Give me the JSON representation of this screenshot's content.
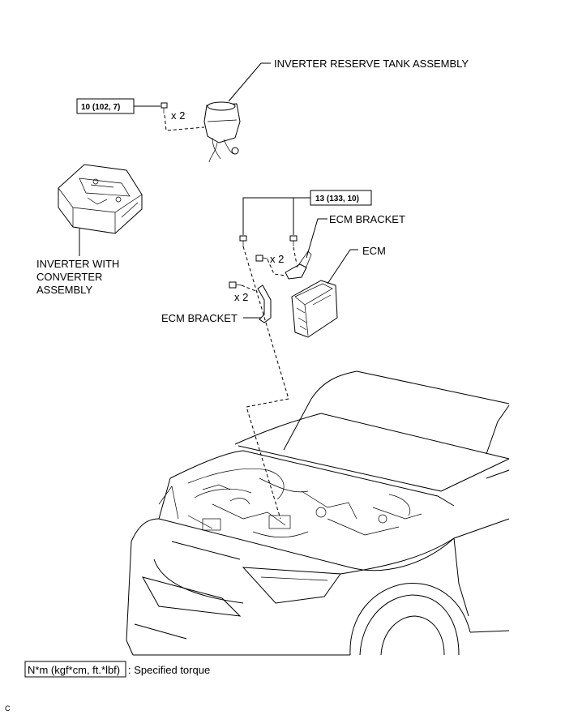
{
  "labels": {
    "reserve_tank": "INVERTER RESERVE TANK ASSEMBLY",
    "inverter_line1": "INVERTER WITH",
    "inverter_line2": "CONVERTER",
    "inverter_line3": "ASSEMBLY",
    "ecm_bracket_upper": "ECM BRACKET",
    "ecm": "ECM",
    "ecm_bracket_lower": "ECM BRACKET"
  },
  "torque_specs": {
    "tank_bolt": "10 (102, 7)",
    "ecm_bolts": "13 (133, 10)"
  },
  "quantities": {
    "tank_bolt": "x 2",
    "upper_bracket_bolt": "x 2",
    "lower_bracket_bolt": "x 2"
  },
  "legend": {
    "unit": "N*m (kgf*cm, ft.*lbf)",
    "text": ": Specified torque"
  },
  "corner_mark": "C"
}
